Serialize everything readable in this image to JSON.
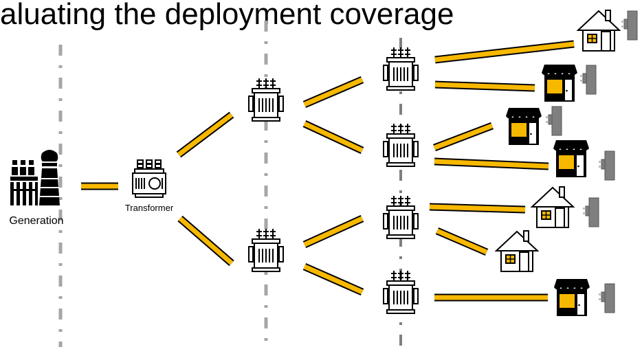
{
  "title": "aluating the deployment coverage",
  "labels": {
    "generation": "Generation",
    "transformer": "Transformer"
  },
  "colors": {
    "line": "#f7b800",
    "stroke": "#000000",
    "divider": "#a6a6a6",
    "meter": "#7f7f7f",
    "window": "#f7b800"
  },
  "icons": {
    "generation": "factory-icon",
    "transformer": "transformer-icon",
    "substation": "substation-transformer-icon",
    "house": "house-icon",
    "shop": "shop-icon",
    "meter": "smart-meter-icon"
  }
}
